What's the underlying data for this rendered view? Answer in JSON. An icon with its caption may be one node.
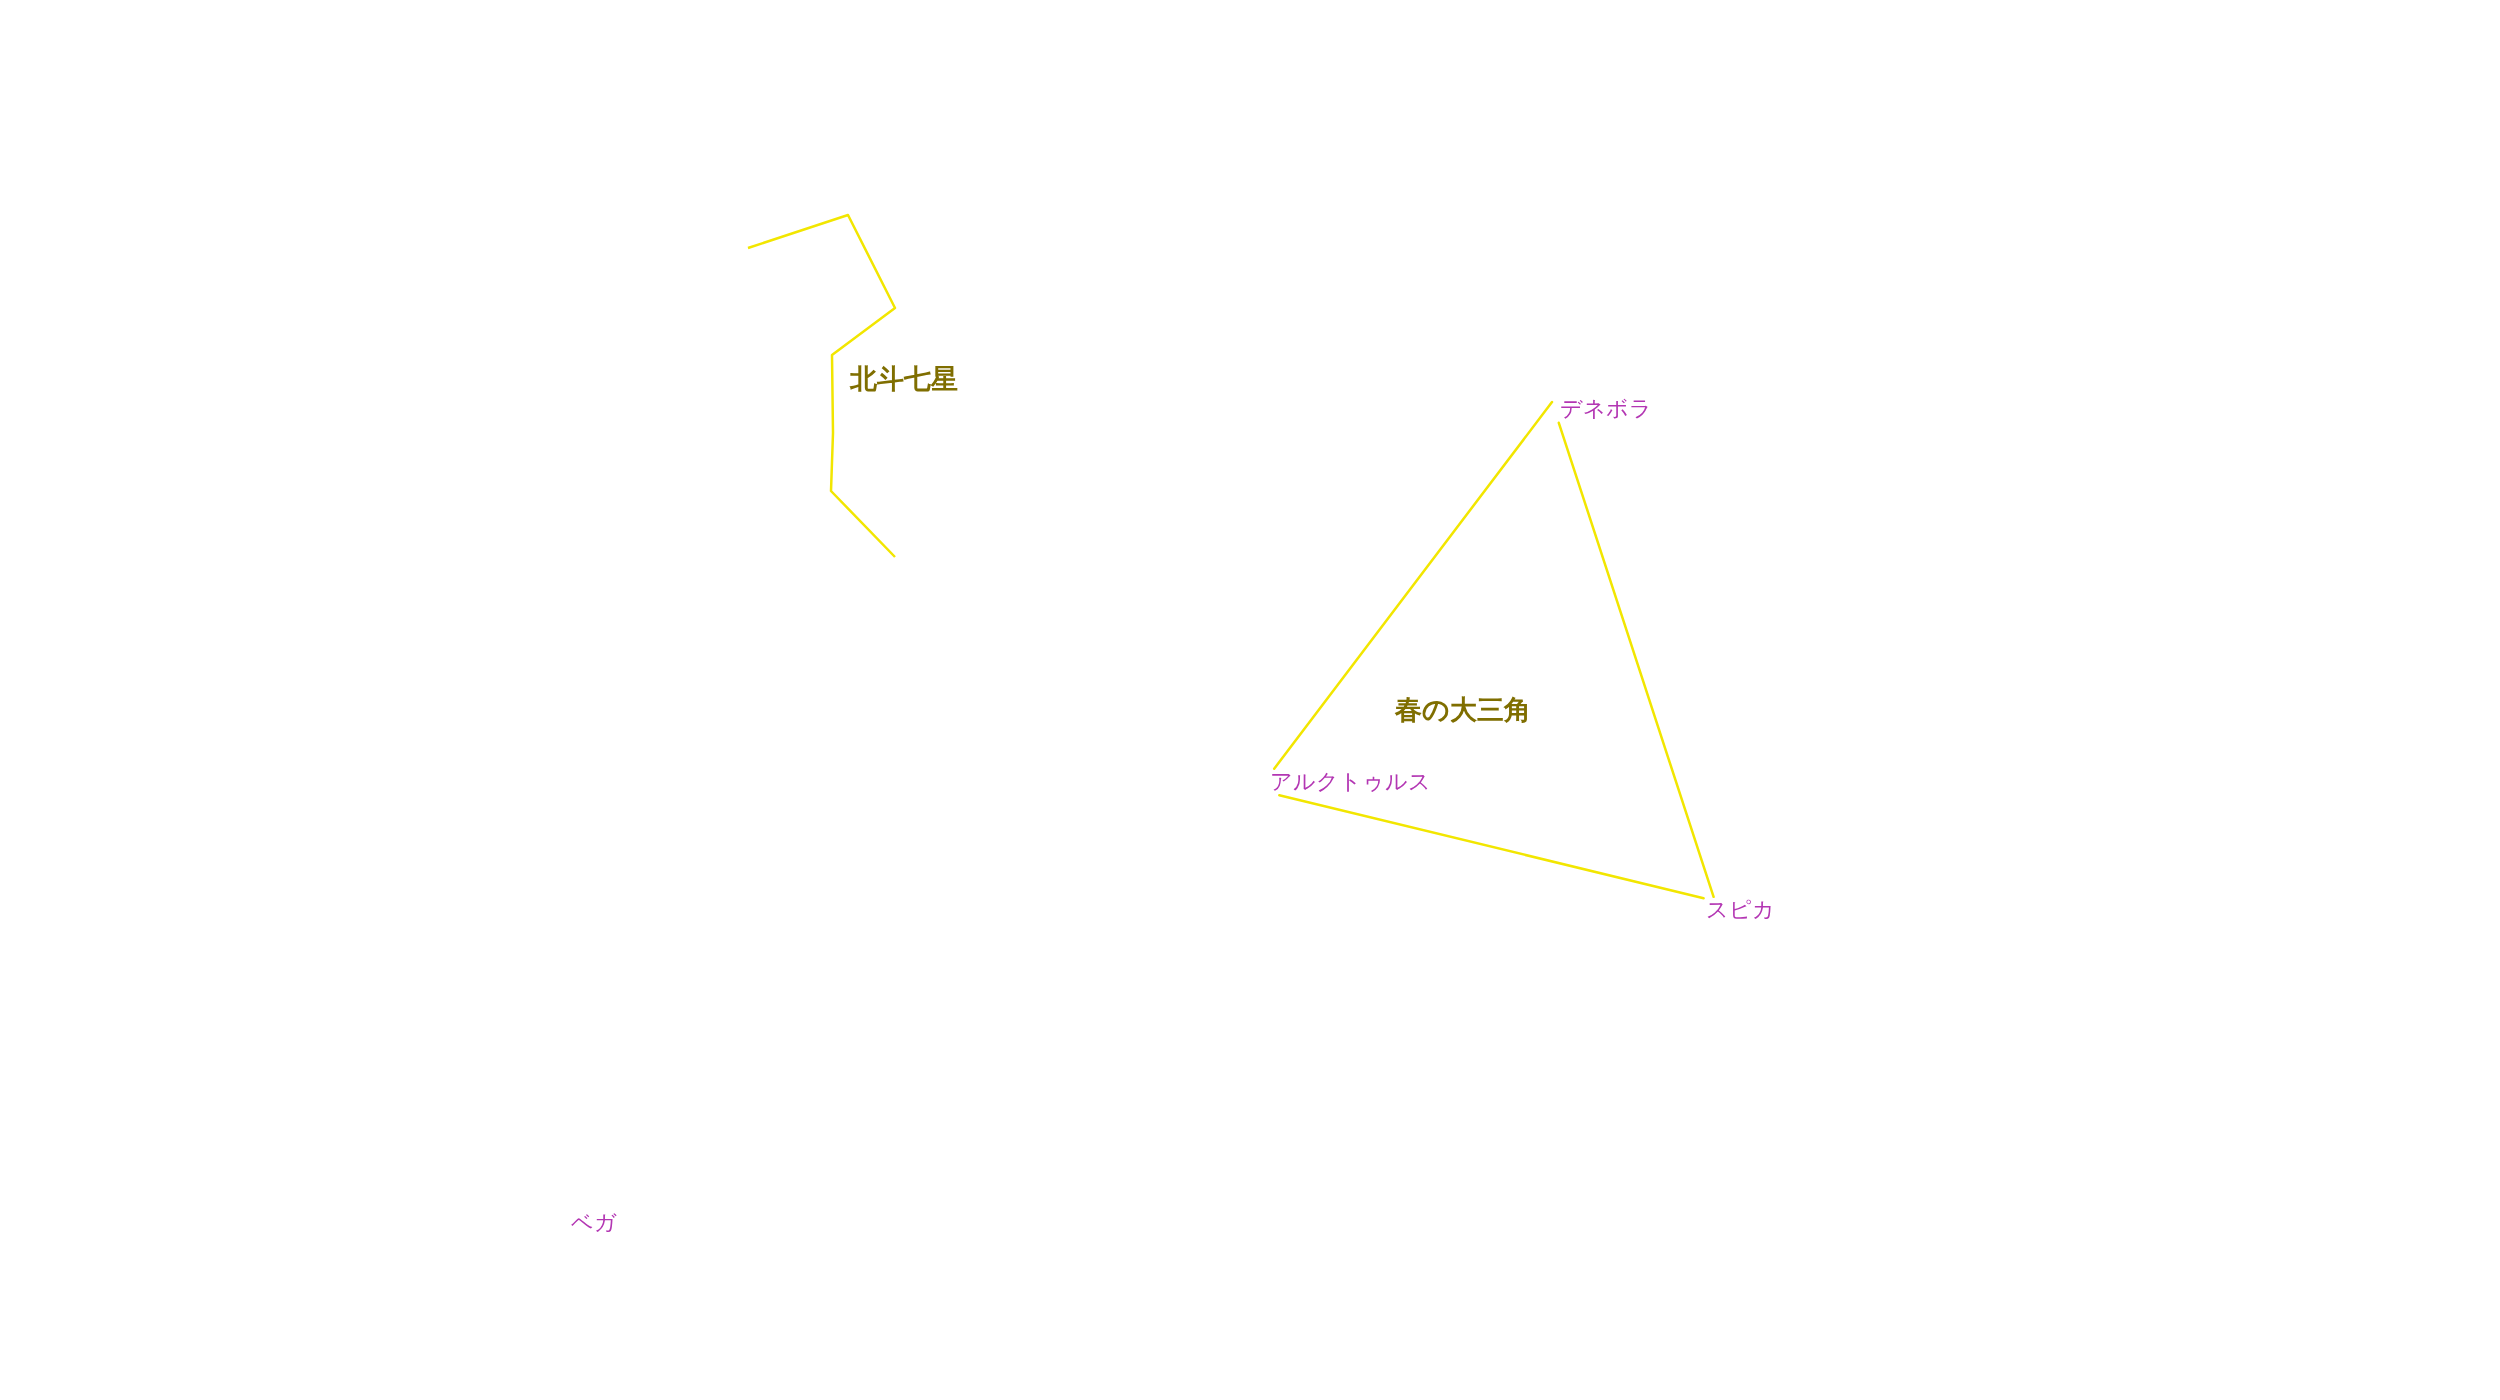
{
  "diagram": {
    "nodes": [
      {
        "text": [
          "デネボラ"
        ]
      },
      {
        "text": [
          "アルクトゥルス"
        ]
      },
      {
        "text": [
          "スピカ"
        ]
      }
    ],
    "edges": [
      {
        "from": 0,
        "to": 1,
        "arrow": "none"
      },
      {
        "from": 1,
        "to": 2,
        "arrow": "none"
      },
      {
        "from": 0,
        "to": 2,
        "arrow": "none"
      }
    ],
    "labels": [
      "北斗七星",
      "春の大三角",
      "ベガ"
    ]
  }
}
